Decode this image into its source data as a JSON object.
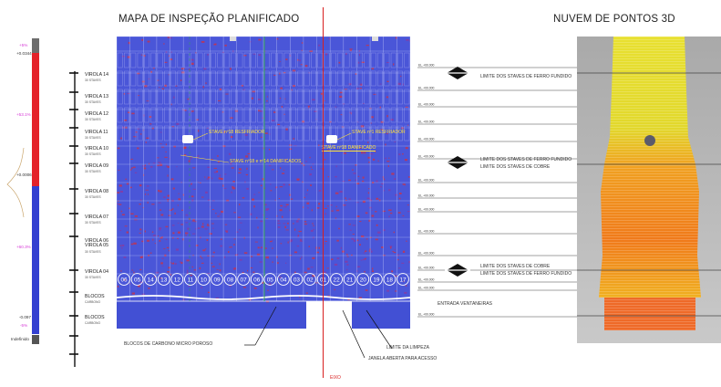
{
  "titles": {
    "left": "MAPA DE INSPEÇÃO PLANIFICADO",
    "right": "NUVEM DE PONTOS 3D"
  },
  "colors": {
    "map_blue": "#4a56d8",
    "map_red": "#c8324a",
    "axis_red": "#d81f1f",
    "scale_red": "#e4222a",
    "scale_blue": "#3440d0",
    "point_yellow": "#e8e030",
    "point_orange": "#f07a1a",
    "stave_label": "#ffe23a",
    "magenta": "#d63ad6"
  },
  "scale_bar": {
    "top_label": "+0.0344",
    "mid_label": "+0.0006",
    "bottom_label": "-0.097",
    "pink_labels": [
      "+5%",
      "+53.1%",
      "+60.3%",
      "-5%"
    ],
    "undefined_label": "Indefinido"
  },
  "virolas": [
    {
      "name": "VIROLA 14",
      "sub": "30 STAVES"
    },
    {
      "name": "VIROLA 13",
      "sub": "30 STAVES"
    },
    {
      "name": "VIROLA 12",
      "sub": "30 STAVES"
    },
    {
      "name": "VIROLA 11",
      "sub": "30 STAVES"
    },
    {
      "name": "VIROLA 10",
      "sub": "30 STAVES"
    },
    {
      "name": "VIROLA 09",
      "sub": "30 STAVES"
    },
    {
      "name": "VIROLA 08",
      "sub": "30 STAVES"
    },
    {
      "name": "VIROLA 07",
      "sub": "30 STAVES"
    },
    {
      "name": "VIROLA 06\nVIROLA 05",
      "sub": "30 STAVES"
    },
    {
      "name": "VIROLA 04",
      "sub": "30 STAVES"
    },
    {
      "name": "BLOCOS",
      "sub": "CARBONO"
    },
    {
      "name": "BLOCOS",
      "sub": "CARBONO"
    }
  ],
  "stave_numbers": [
    "06",
    "05",
    "14",
    "13",
    "12",
    "11",
    "10",
    "09",
    "08",
    "07",
    "06",
    "05",
    "04",
    "03",
    "02",
    "01",
    "22",
    "21",
    "20",
    "19",
    "18",
    "17"
  ],
  "map_annotations": [
    {
      "text": "STAVE nº18 RESFRIADOR"
    },
    {
      "text": "STAVE nº1 RESFRIADOR"
    },
    {
      "text": "STAVE nº18 e nº14 DANIFICADOS"
    },
    {
      "text": "STAVE nº18 DANIFICADO"
    }
  ],
  "right_labels": [
    {
      "text": "LIMITE DOS STAVES DE FERRO FUNDIDO"
    },
    {
      "text": "LIMITE DOS STAVES DE FERRO FUNDIDO"
    },
    {
      "text": "LIMITE DOS STAVES DE COBRE"
    },
    {
      "text": "LIMITE DOS STAVES DE COBRE"
    },
    {
      "text": "LIMITE DOS STAVES DE FERRO FUNDIDO"
    },
    {
      "text": "ENTRADA VENTANEIRAS"
    }
  ],
  "bottom_callouts": {
    "blocos": "BLOCOS DE CARBONO MICRO POROSO",
    "limpeza": "LIMITE DA LIMPEZA",
    "janela": "JANELA ABERTA PARA ACESSO",
    "eixo": "EIXO"
  },
  "elevation_tags": [
    "EL.+00.000"
  ]
}
